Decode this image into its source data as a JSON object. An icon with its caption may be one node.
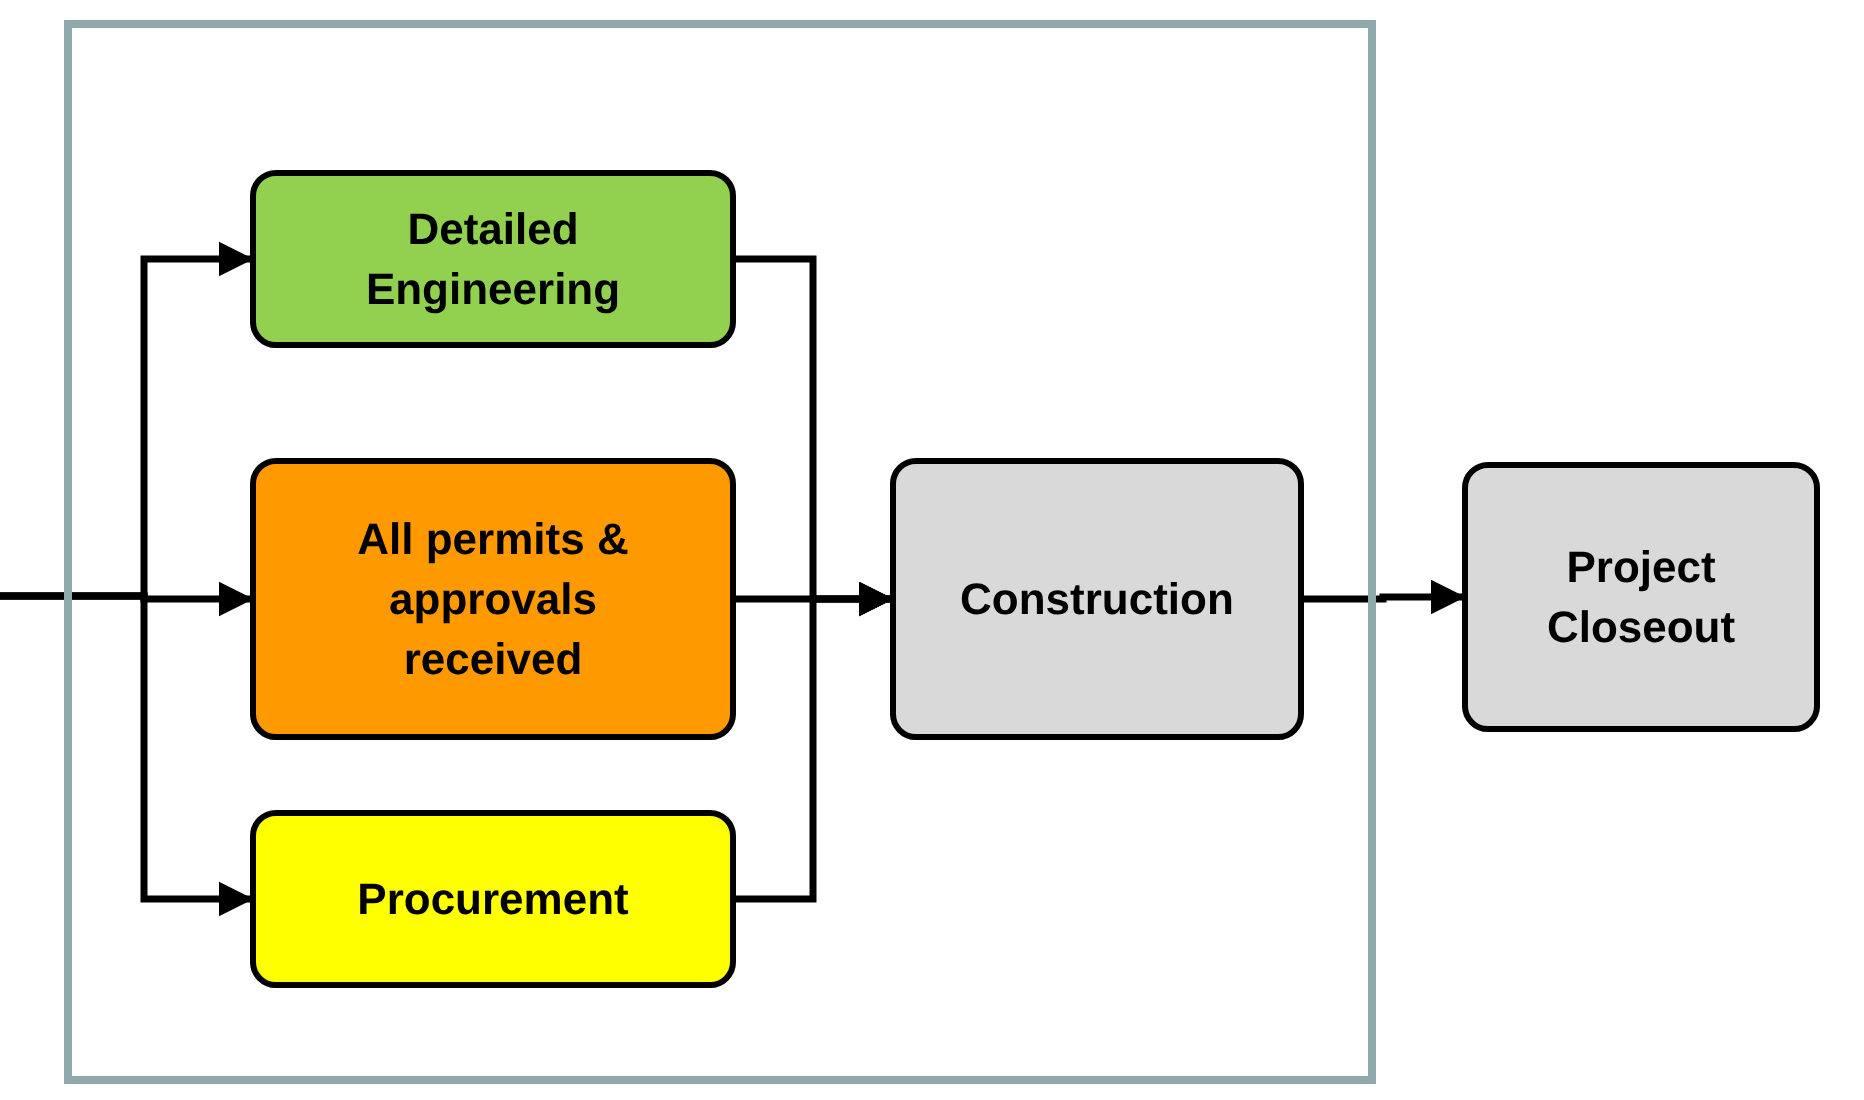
{
  "diagram": {
    "nodes": [
      {
        "text": [],
        "shape": "box"
      },
      {
        "text": [
          "Detailed Engineering"
        ],
        "in": 0
      },
      {
        "text": [
          "All permits & approvals received"
        ],
        "in": 0
      },
      {
        "text": [
          "Procurement"
        ],
        "in": 0
      },
      {
        "text": [
          "Construction"
        ],
        "in": 0
      },
      {
        "text": [
          "Project Closeout"
        ]
      }
    ],
    "edges": [
      {
        "from": null,
        "to": 1,
        "arrow": "to"
      },
      {
        "from": null,
        "to": 2,
        "arrow": "to"
      },
      {
        "from": null,
        "to": 3,
        "arrow": "to"
      },
      {
        "from": 1,
        "to": 4,
        "arrow": "to"
      },
      {
        "from": 2,
        "to": 4,
        "arrow": "to"
      },
      {
        "from": 3,
        "to": 4,
        "arrow": "to"
      },
      {
        "from": 4,
        "to": 5,
        "arrow": "to"
      }
    ]
  }
}
